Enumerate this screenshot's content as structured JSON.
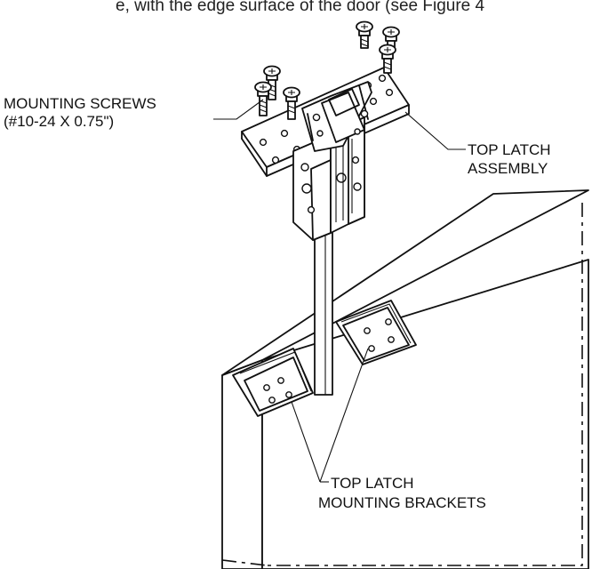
{
  "header_fragment": "e, with the edge surface of the door (see Figure 4",
  "labels": {
    "mounting_screws_line1": "MOUNTING SCREWS",
    "mounting_screws_line2": "(#10-24 X 0.75\")",
    "top_latch_assembly_line1": "TOP LATCH",
    "top_latch_assembly_line2": "ASSEMBLY",
    "brackets_line1": "TOP LATCH",
    "brackets_line2": "MOUNTING BRACKETS"
  }
}
